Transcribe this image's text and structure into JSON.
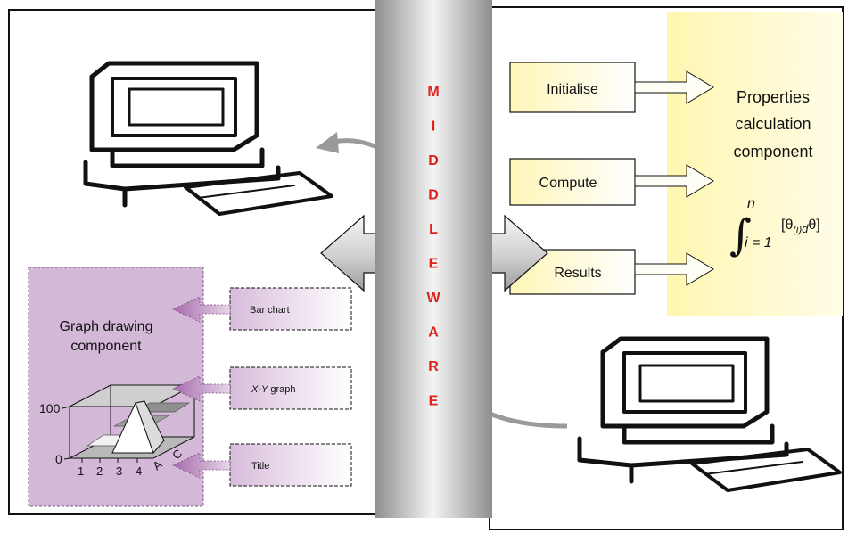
{
  "middleware": {
    "letters": [
      "M",
      "I",
      "D",
      "D",
      "L",
      "E",
      "W",
      "A",
      "R",
      "E"
    ],
    "color": "#e0201c"
  },
  "right_panel": {
    "inputs": [
      {
        "label": "Initialise"
      },
      {
        "label": "Compute"
      },
      {
        "label": "Results"
      }
    ],
    "component": {
      "lines": [
        "Properties",
        "calculation",
        "component"
      ],
      "formula": {
        "upper": "n",
        "lower": "i = 1",
        "body_open": "[θ",
        "subscript": "(i)",
        "d": "d",
        "body_close": "θ]"
      }
    }
  },
  "left_panel": {
    "component": {
      "lines": [
        "Graph drawing",
        "component"
      ]
    },
    "inputs": [
      {
        "label": "Bar chart"
      },
      {
        "label_italic": "X-Y",
        "label_rest": " graph"
      },
      {
        "label": "Title"
      }
    ],
    "mini_chart": {
      "y_ticks": [
        "100",
        "0"
      ],
      "x_ticks": [
        "1",
        "2",
        "3",
        "4"
      ],
      "depth_ticks": [
        "A",
        "C"
      ]
    }
  },
  "colors": {
    "purple_panel": "#d4b8d8",
    "purple_arrow": "#b583b8",
    "yellow_panel": "#fff6b0",
    "pillar_dark": "#8e8e8e",
    "pillar_light": "#f4f4f4"
  }
}
